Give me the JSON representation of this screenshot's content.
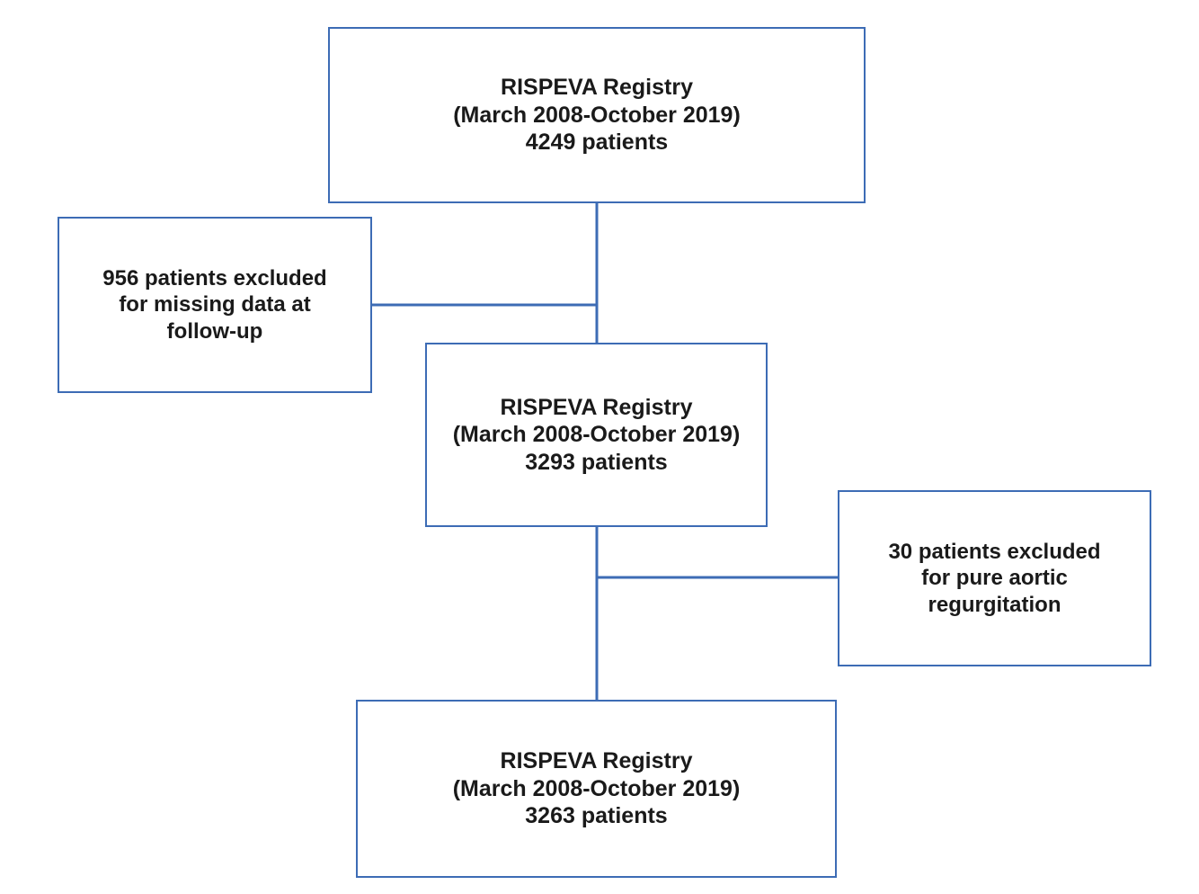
{
  "diagram": {
    "title": "RISPEVA Registry patient selection flow",
    "type": "flowchart",
    "accent_color": "#3d6cb5",
    "text_color": "#1a1a1a",
    "background_color": "#ffffff"
  },
  "nodes": {
    "top": {
      "name": "RISPEVA Registry",
      "lines": [
        "RISPEVA Registry",
        "(March 2008-October 2019)",
        "4249 patients"
      ],
      "registry": "RISPEVA Registry",
      "period": "(March 2008-October 2019)",
      "count": "4249 patients"
    },
    "exclusion_left": {
      "lines": [
        "956 patients excluded",
        "for missing data at",
        "follow-up"
      ],
      "excluded_count": "956",
      "reason": "missing data at follow-up"
    },
    "middle": {
      "name": "RISPEVA Registry",
      "lines": [
        "RISPEVA Registry",
        "(March 2008-October 2019)",
        "3293 patients"
      ],
      "registry": "RISPEVA Registry",
      "period": "(March 2008-October 2019)",
      "count": "3293 patients"
    },
    "exclusion_right": {
      "lines": [
        "30 patients excluded",
        "for pure aortic",
        "regurgitation"
      ],
      "excluded_count": "30",
      "reason": "pure aortic regurgitation"
    },
    "bottom": {
      "name": "RISPEVA Registry",
      "lines": [
        "RISPEVA Registry",
        "(March 2008-October 2019)",
        "3263 patients"
      ],
      "registry": "RISPEVA Registry",
      "period": "(March 2008-October 2019)",
      "count": "3263 patients"
    }
  },
  "connectors": [
    {
      "id": "top-to-middle",
      "from": "top",
      "to": "middle",
      "orientation": "vertical"
    },
    {
      "id": "top-to-exclusion-left",
      "from": "top",
      "to": "exclusion_left",
      "orientation": "horizontal-left"
    },
    {
      "id": "middle-to-bottom",
      "from": "middle",
      "to": "bottom",
      "orientation": "vertical"
    },
    {
      "id": "middle-to-exclusion-right",
      "from": "middle",
      "to": "exclusion_right",
      "orientation": "horizontal-right"
    }
  ]
}
